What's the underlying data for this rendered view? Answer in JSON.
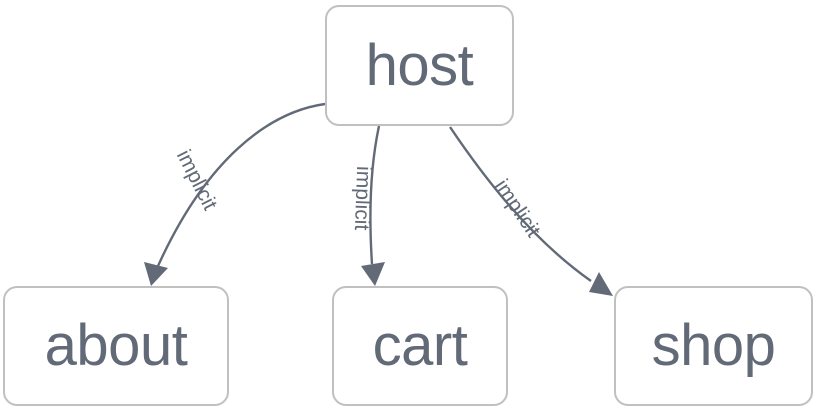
{
  "diagram": {
    "type": "directed-graph",
    "background_color": "#ffffff",
    "node_border_color": "#c0c0c0",
    "node_fill_color": "#ffffff",
    "text_color": "#626a78",
    "edge_color": "#626a78",
    "nodes": [
      {
        "id": "host",
        "label": "host"
      },
      {
        "id": "about",
        "label": "about"
      },
      {
        "id": "cart",
        "label": "cart"
      },
      {
        "id": "shop",
        "label": "shop"
      }
    ],
    "edges": [
      {
        "from": "host",
        "to": "about",
        "label": "implicit"
      },
      {
        "from": "host",
        "to": "cart",
        "label": "implicit"
      },
      {
        "from": "host",
        "to": "shop",
        "label": "implicit"
      }
    ]
  }
}
